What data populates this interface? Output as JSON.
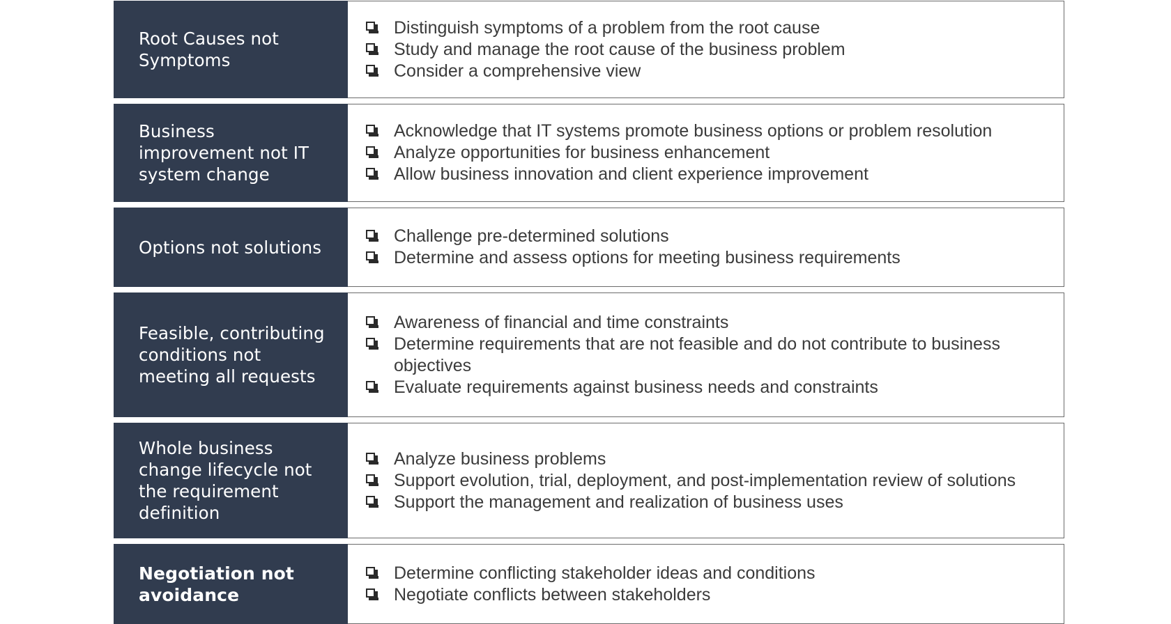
{
  "rows": [
    {
      "label": "Root Causes not\nSymptoms",
      "bold": false,
      "items": [
        "Distinguish symptoms of a problem from the root cause",
        "Study and manage the root cause of the business problem",
        "Consider a comprehensive view"
      ]
    },
    {
      "label": "Business\nimprovement not IT\nsystem change",
      "bold": false,
      "items": [
        "Acknowledge that IT systems promote business options or problem resolution",
        "Analyze opportunities for business enhancement",
        "Allow business innovation and client experience improvement"
      ]
    },
    {
      "label": "Options not solutions",
      "bold": false,
      "items": [
        "Challenge pre-determined solutions",
        "Determine and assess options for meeting business requirements"
      ]
    },
    {
      "label": "Feasible, contributing\nconditions not\nmeeting all requests",
      "bold": false,
      "items": [
        "Awareness of financial and time constraints",
        "Determine requirements that are not feasible and do not contribute to business objectives",
        "Evaluate requirements against business needs and constraints"
      ]
    },
    {
      "label": "Whole business\nchange lifecycle not\nthe requirement\ndefinition",
      "bold": false,
      "items": [
        "Analyze business problems",
        "Support evolution, trial, deployment, and post-implementation review of solutions",
        "Support the management and realization of business uses"
      ]
    },
    {
      "label": "Negotiation not\navoidance",
      "bold": true,
      "items": [
        "Determine conflicting stakeholder ideas and conditions",
        "Negotiate conflicts between stakeholders"
      ]
    }
  ],
  "icons": {
    "bullet": "checkbox-icon"
  },
  "colors": {
    "label_background": "#313c4f",
    "label_text": "#ffffff",
    "body_text": "#3b3b3b",
    "border": "#6b6b6b"
  }
}
